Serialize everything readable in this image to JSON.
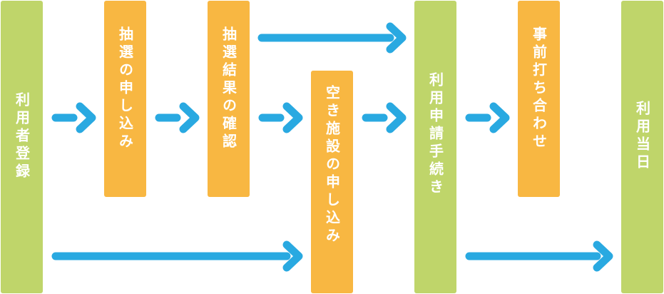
{
  "steps": {
    "user_registration": "利用者登録",
    "lottery_application": "抽選の申し込み",
    "lottery_result": "抽選結果の確認",
    "vacancy_application": "空き施設の申し込み",
    "usage_procedure": "利用申請手続き",
    "pre_meeting": "事前打ち合わせ",
    "usage_day": "利用当日"
  },
  "colors": {
    "green_box": "#bfd56a",
    "orange_box": "#f8b742",
    "arrow": "#29a9e1",
    "text": "#ffffff"
  }
}
